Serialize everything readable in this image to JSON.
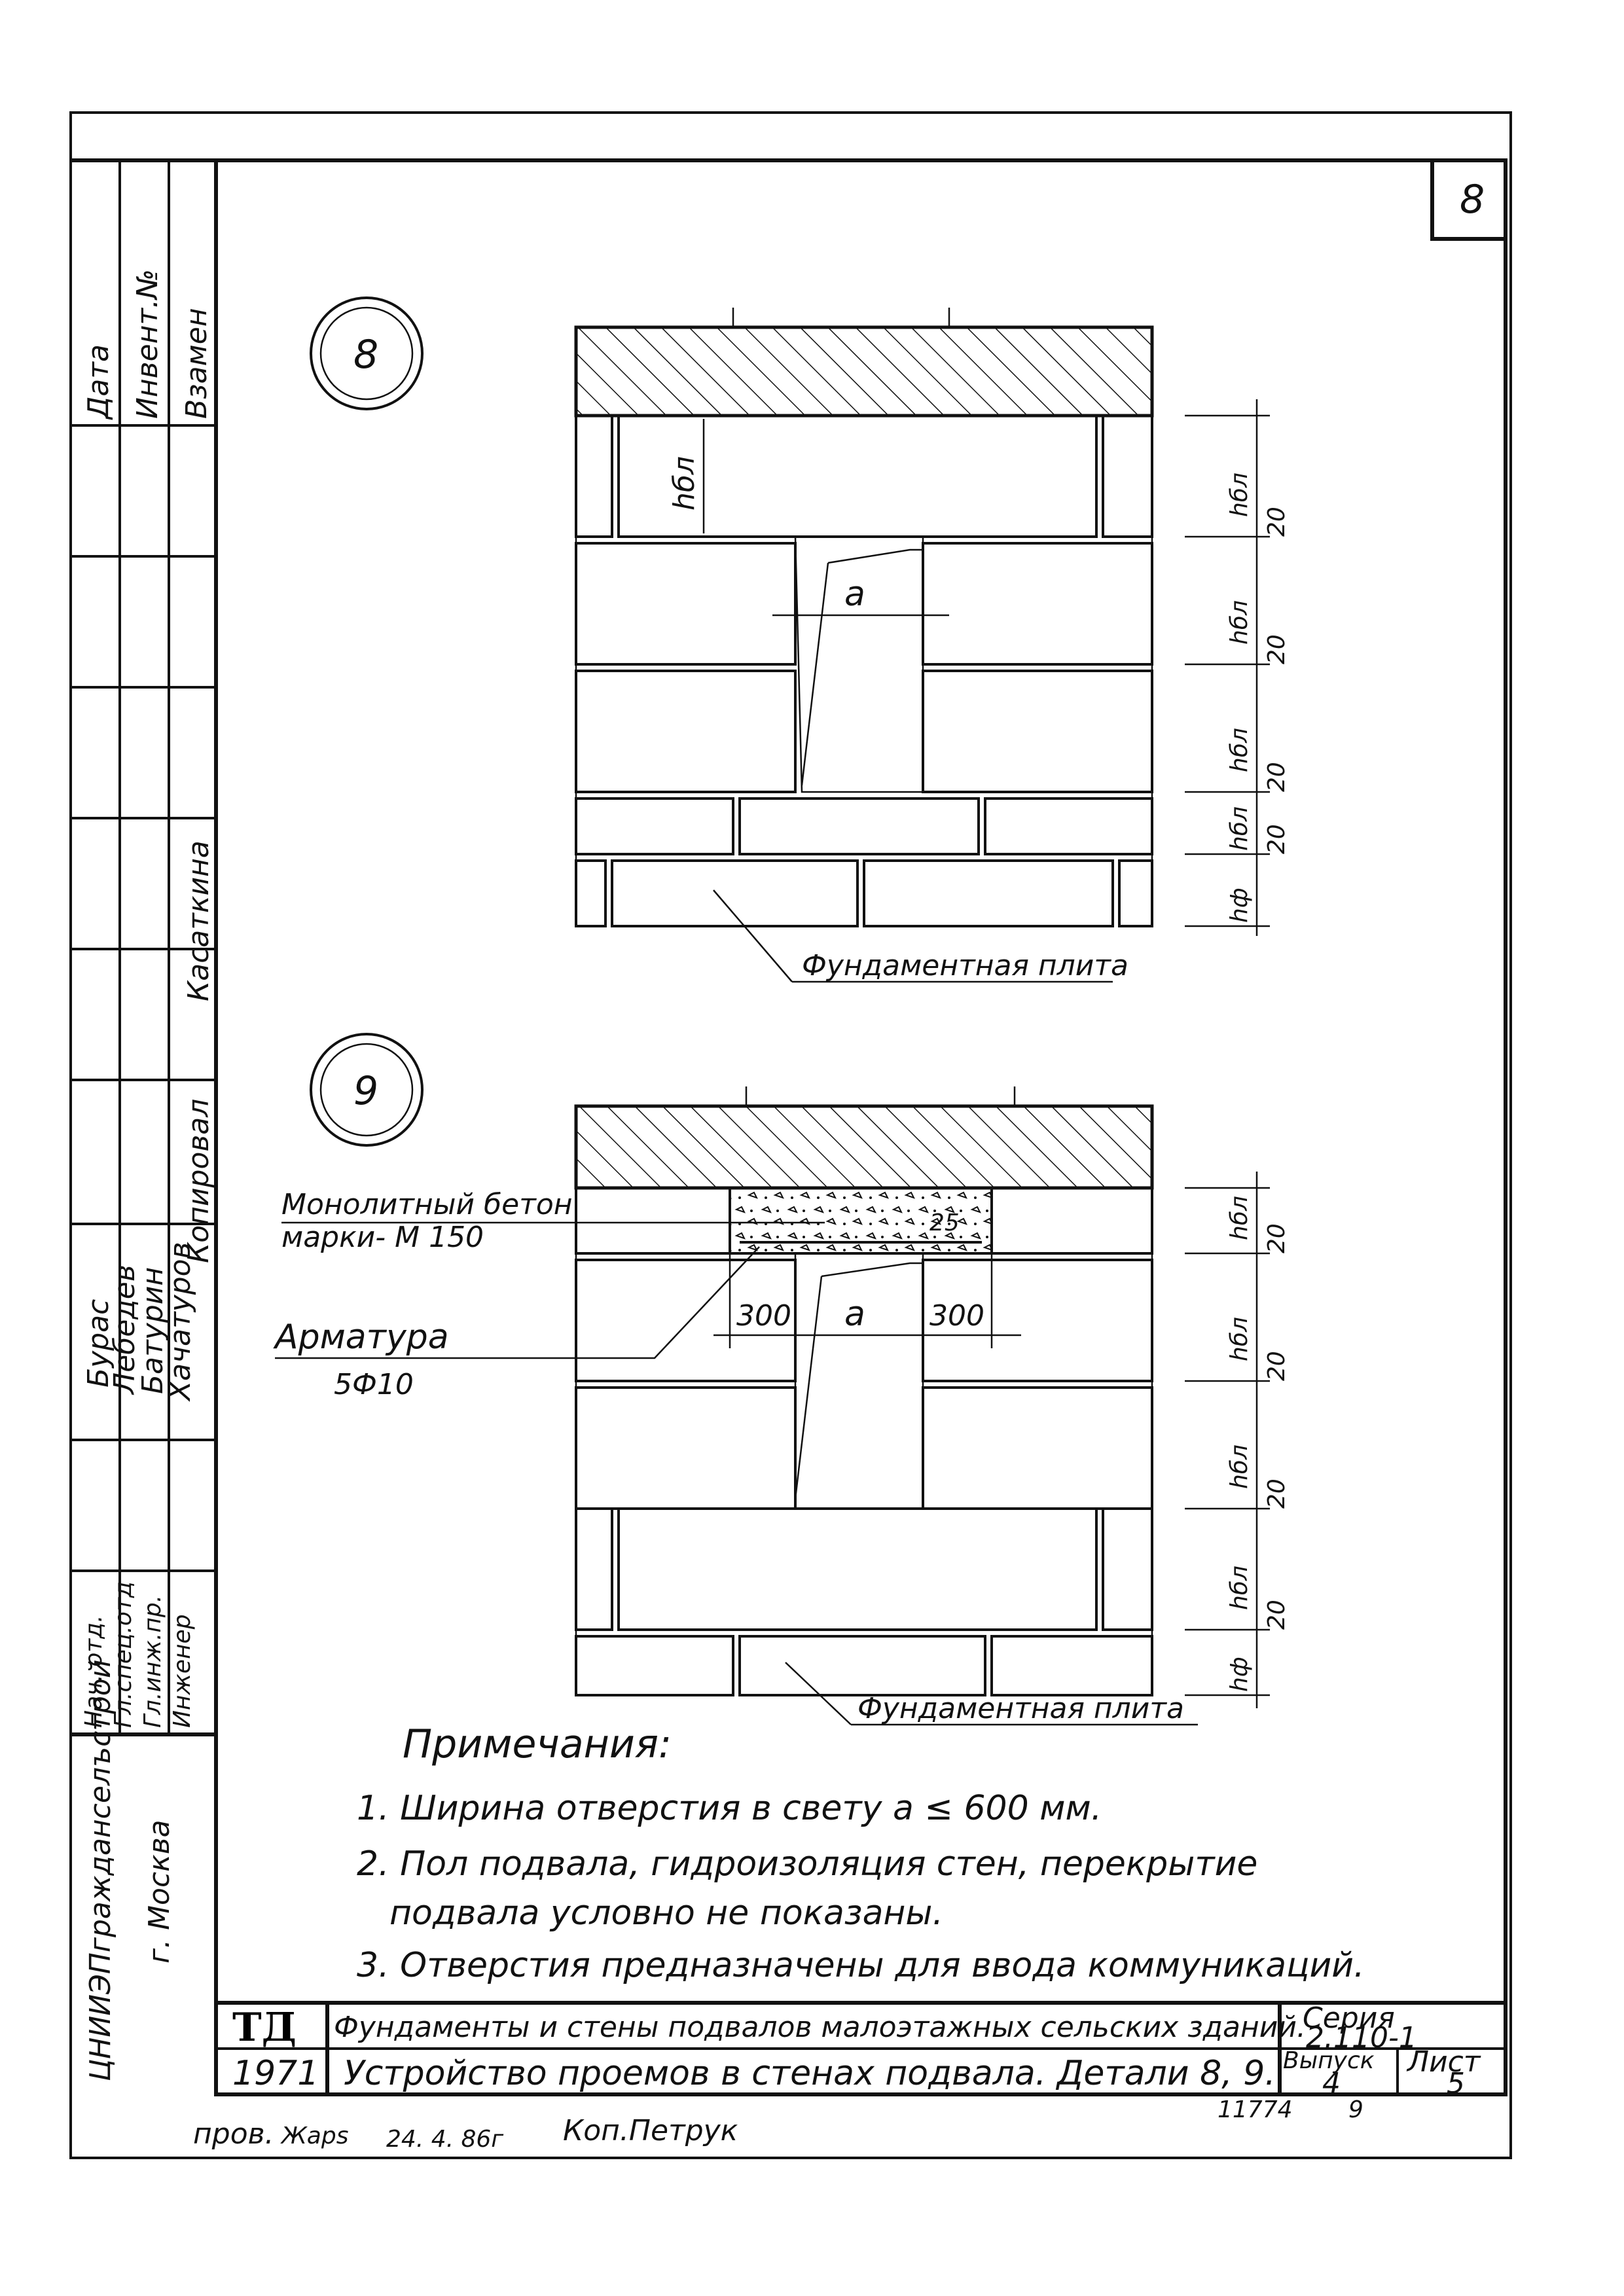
{
  "sheet_corner_number": "8",
  "side_stamp": {
    "header": [
      "Дата",
      "Инвент.№",
      "Взамен"
    ],
    "names_col1": [
      "Бурас",
      "Лебедев",
      "Батурин",
      "Хачатуров"
    ],
    "extra": [
      "Касаткина",
      "Копировал"
    ],
    "roles": [
      "Нач. отд.",
      "Гл.спец.отд",
      "Гл.инж.пр.",
      "Инженер"
    ],
    "org": "ЦНИИЭПгражданселъстрой",
    "city": "г. Москва"
  },
  "detail8": {
    "marker": "8",
    "dim_a": "a",
    "dim_hbl": "hбл",
    "caption": "Фундаментная плита",
    "right_dims": [
      "hбл",
      "20",
      "hбл",
      "20",
      "hбл",
      "20",
      "hбл",
      "20",
      "hф"
    ]
  },
  "detail9": {
    "marker": "9",
    "concrete_label_1": "Монолитный бетон",
    "concrete_label_2": "марки- М 150",
    "rebar_label_1": "Арматура",
    "rebar_label_2": "5Ф10",
    "dim_a": "a",
    "dim_left": "300",
    "dim_right": "300",
    "dim_25": "25",
    "caption": "Фундаментная плита",
    "right_dims": [
      "hбл",
      "20",
      "hбл",
      "20",
      "hбл",
      "20",
      "hбл",
      "20",
      "hф"
    ]
  },
  "notes": {
    "title": "Примечания:",
    "items": [
      "1. Ширина отверстия в свету a ≤ 600 мм.",
      "2. Пол подвала, гидроизоляция стен, перекрытие",
      "подвала условно не показаны.",
      "3. Отверстия предназначены для ввода коммуникаций."
    ]
  },
  "title_block": {
    "logo": "ТД",
    "year": "1971",
    "title_1": "Фундаменты и стены подвалов малоэтажных сельских зданий.",
    "title_2": "Устройство проемов в стенах подвала. Детали 8, 9.",
    "series_label": "Серия",
    "series_value": "2.110-1",
    "issue_label": "Выпуск",
    "issue_value": "4",
    "sheet_label": "Лист",
    "sheet_value": "5"
  },
  "bottom": {
    "checked": "пров.",
    "signature": "Жарs",
    "date": "24. 4. 86г",
    "copier": "Коп.Петрук",
    "code_1": "11774",
    "code_2": "9"
  }
}
